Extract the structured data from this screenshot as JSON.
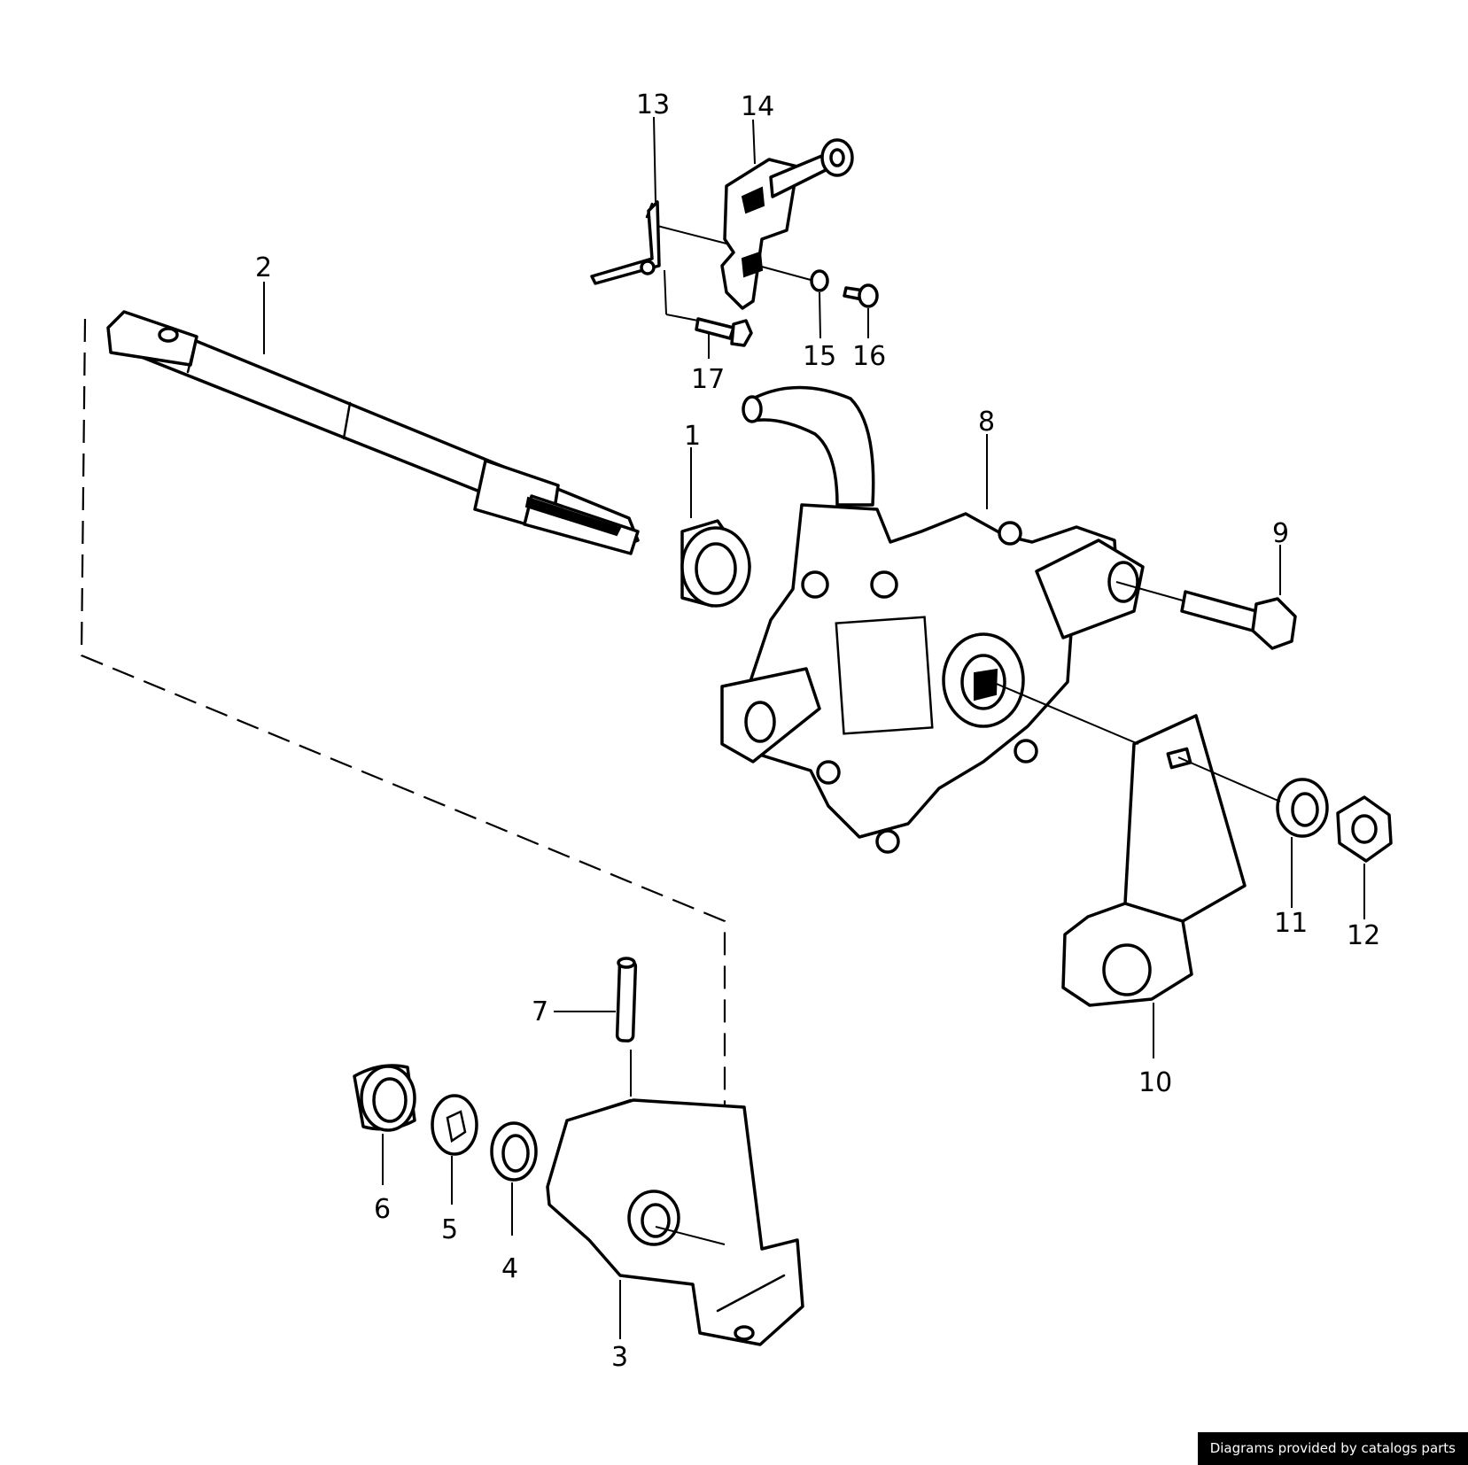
{
  "diagram": {
    "part_numbers": [
      {
        "id": "1",
        "text": "1"
      },
      {
        "id": "2",
        "text": "2"
      },
      {
        "id": "3",
        "text": "3"
      },
      {
        "id": "4",
        "text": "4"
      },
      {
        "id": "5",
        "text": "5"
      },
      {
        "id": "6",
        "text": "6"
      },
      {
        "id": "7",
        "text": "7"
      },
      {
        "id": "8",
        "text": "8"
      },
      {
        "id": "9",
        "text": "9"
      },
      {
        "id": "10",
        "text": "10"
      },
      {
        "id": "11",
        "text": "11"
      },
      {
        "id": "12",
        "text": "12"
      },
      {
        "id": "13",
        "text": "13"
      },
      {
        "id": "14",
        "text": "14"
      },
      {
        "id": "15",
        "text": "15"
      },
      {
        "id": "16",
        "text": "16"
      },
      {
        "id": "17",
        "text": "17"
      }
    ]
  },
  "footer": {
    "credit": "Diagrams provided by catalogs parts"
  }
}
